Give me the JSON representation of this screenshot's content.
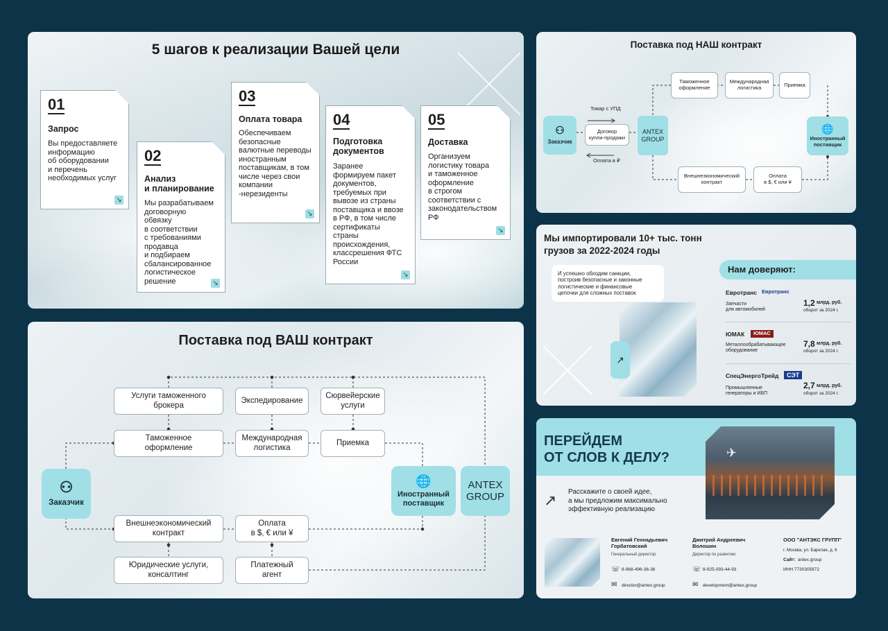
{
  "steps": {
    "title": "5 шагов к реализации Вашей цели",
    "items": [
      {
        "num": "01",
        "title": "Запрос",
        "text": "Вы предоставляете\nинформацию\nоб оборудовании\nи перечень\nнеобходимых услуг"
      },
      {
        "num": "02",
        "title": "Анализ\nи планирование",
        "text": "Мы разрабатываем\nдоговорную\nобвязку\nв соответствии\nс требованиями\nпродавца\nи подбираем\nсбалансированное\nлогистическое\nрешение"
      },
      {
        "num": "03",
        "title": "Оплата товара",
        "text": "Обеспечиваем\nбезопасные\nвалютные переводы\nиностранным\nпоставщикам, в том\nчисле через свои\nкомпании\n-нерезиденты"
      },
      {
        "num": "04",
        "title": "Подготовка\nдокументов",
        "text": "Заранее\nформируем пакет\nдокументов,\nтребуемых при\nвывозе из страны\nпоставщика и ввозе\nв РФ, в том числе\nсертификаты\nстраны\nпроисхождения,\nклассрешения ФТС\nРоссии"
      },
      {
        "num": "05",
        "title": "Доставка",
        "text": "Организуем\nлогистику товара\nи таможенное\nоформление\nв строгом\nсоответствии с\nзаконодательством\nРФ"
      }
    ]
  },
  "our": {
    "title": "Поставка под НАШ контракт",
    "customer": "Заказчик",
    "contract": "Договор\nкупли-продажи",
    "goods": "Товар с УПД",
    "payment": "Оплата в ₽",
    "antex": "ANTEX\nGROUP",
    "customs": "Таможенное\nоформление",
    "logistics": "Международная\nлогистика",
    "acceptance": "Приемка",
    "supplier": "Иностранный\nпоставщик",
    "fec": "Внешнеэкономический\nконтракт",
    "pay": "Оплата\nв $, € или ¥"
  },
  "import": {
    "title": "Мы импортировали 10+ тыс. тонн\nгрузов за 2022-2024 годы",
    "bubble": "И успешно обходим санкции,\nпостроив безопасные и законные\nлогистические и финансовые\nцепочки для сложных поставок",
    "trust": "Нам доверяют:",
    "clients": [
      {
        "name": "Евротранс",
        "logo": "Евротранс",
        "desc": "Запчасти\nдля автомобилей",
        "value": "1,2",
        "unit": "млрд. руб.",
        "note": "оборот за 2024 г."
      },
      {
        "name": "ЮМАК",
        "logo": "ЮМАС",
        "desc": "Металлообрабатывающее\nоборудование",
        "value": "7,8",
        "unit": "млрд. руб.",
        "note": "оборот за 2024 г."
      },
      {
        "name": "СпецЭнергоТрейд",
        "logo": "СЭТ",
        "desc": "Промышленные\nгенераторы и ИБП",
        "value": "2,7",
        "unit": "млрд. руб.",
        "note": "оборот за 2024 г."
      }
    ]
  },
  "your": {
    "title": "Поставка под ВАШ контракт",
    "broker": "Услуги таможенного\nброкера",
    "forwarding": "Экспедирование",
    "survey": "Сюрвейерские\nуслуги",
    "customs": "Таможенное\nоформление",
    "logistics": "Международная\nлогистика",
    "acceptance": "Приемка",
    "customer": "Заказчик",
    "supplier": "Иностранный\nпоставщик",
    "antex": "ANTEX\nGROUP",
    "fec": "Внешнеэкономический\nконтракт",
    "pay": "Оплата\nв $, € или ¥",
    "legal": "Юридические услуги,\nконсалтинг",
    "agent": "Платежный\nагент"
  },
  "cta": {
    "title": "ПЕРЕЙДЕМ\nОТ СЛОВ К ДЕЛУ?",
    "text": "Расскажите о своей идее,\nа мы предложим максимально\nэффективную реализацию",
    "contacts": [
      {
        "name": "Евгений Геннадьевич\nГорбатовский",
        "role": "Генеральный директор",
        "phone": "8-968-496-36-36",
        "email": "director@antex.group"
      },
      {
        "name": "Дмитрий Андреевич\nВолошин",
        "role": "Директор по развитию",
        "phone": "8-925-093-44-93",
        "email": "development@antex.group"
      }
    ],
    "company": "ООО \"АНТЭКС ГРУПП\"",
    "address": "г. Москва, ул. Барклая, д. 6",
    "site_label": "Сайт:",
    "site": "antex.group",
    "inn": "ИНН 7730305872"
  },
  "colors": {
    "accent": "#9fdfe5",
    "background": "#0d3349"
  }
}
